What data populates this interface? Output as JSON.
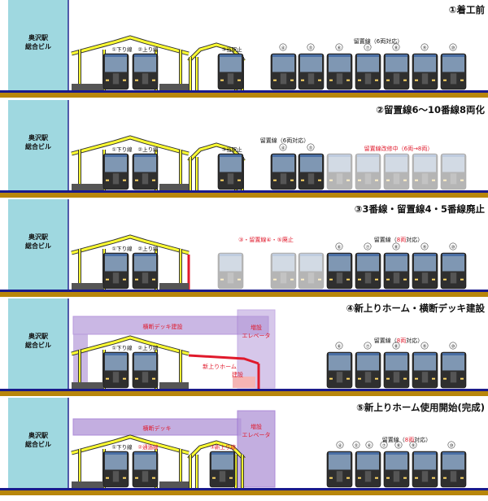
{
  "building_label_line1": "奥沢駅",
  "building_label_line2": "総合ビル",
  "panels": [
    {
      "title": "①着工前",
      "labels": {
        "down": "①下り線",
        "up": "②上り線",
        "track3": "③当駅止",
        "storage": "留置線（6両対応）"
      },
      "storage_numbers": [
        "④",
        "⑤",
        "⑥",
        "⑦",
        "⑧",
        "⑨",
        "⑩"
      ]
    },
    {
      "title": "②留置線6～10番線8両化",
      "labels": {
        "down": "①下り線",
        "up": "②上り線",
        "track3": "③当駅止",
        "storage": "留置線（6両対応）",
        "storage_work": "留置線改修中（6両→8両）"
      },
      "storage_numbers": [
        "④",
        "⑤"
      ]
    },
    {
      "title": "③3番線・留置線4・5番線廃止",
      "labels": {
        "down": "①下り線",
        "up": "②上り線",
        "abolish": "③・留置線④・⑤廃止",
        "storage_prefix": "留置線（",
        "storage_cars": "8両",
        "storage_suffix": "対応）"
      },
      "storage_numbers": [
        "⑥",
        "⑦",
        "⑧",
        "⑨",
        "⑩"
      ]
    },
    {
      "title": "④新上りホーム・横断デッキ建設",
      "labels": {
        "down": "①下り線",
        "up": "②上り線",
        "deck_build": "横断デッキ建設",
        "elevator_line1": "増設",
        "elevator_line2": "エレベータ",
        "new_platform_line1": "新上りホーム",
        "new_platform_line2": "建設",
        "storage_prefix": "留置線（",
        "storage_cars": "8両",
        "storage_suffix": "対応）"
      },
      "storage_numbers": [
        "⑥",
        "⑦",
        "⑧",
        "⑨",
        "⑩"
      ]
    },
    {
      "title": "⑤新上りホーム使用開始(完成)",
      "labels": {
        "down": "①下り線",
        "up": "②通過線",
        "new_up": "③新上り線",
        "deck": "横断デッキ",
        "elevator_line1": "増設",
        "elevator_line2": "エレベータ",
        "storage_prefix": "留置線（",
        "storage_cars": "8両",
        "storage_suffix": "対応）"
      },
      "storage_numbers": [
        "④",
        "⑤",
        "⑥",
        "⑦",
        "⑧",
        "⑨",
        "⑩"
      ]
    }
  ],
  "colors": {
    "building": "#9fd8e0",
    "frame": "#1a1a8c",
    "ground": "#b8860b",
    "roof_yellow": "#ffff33",
    "roof_outline": "#333333",
    "red": "#e0192b",
    "deck_purple": "#b59ad9",
    "train_body": "#2f2f2f"
  }
}
